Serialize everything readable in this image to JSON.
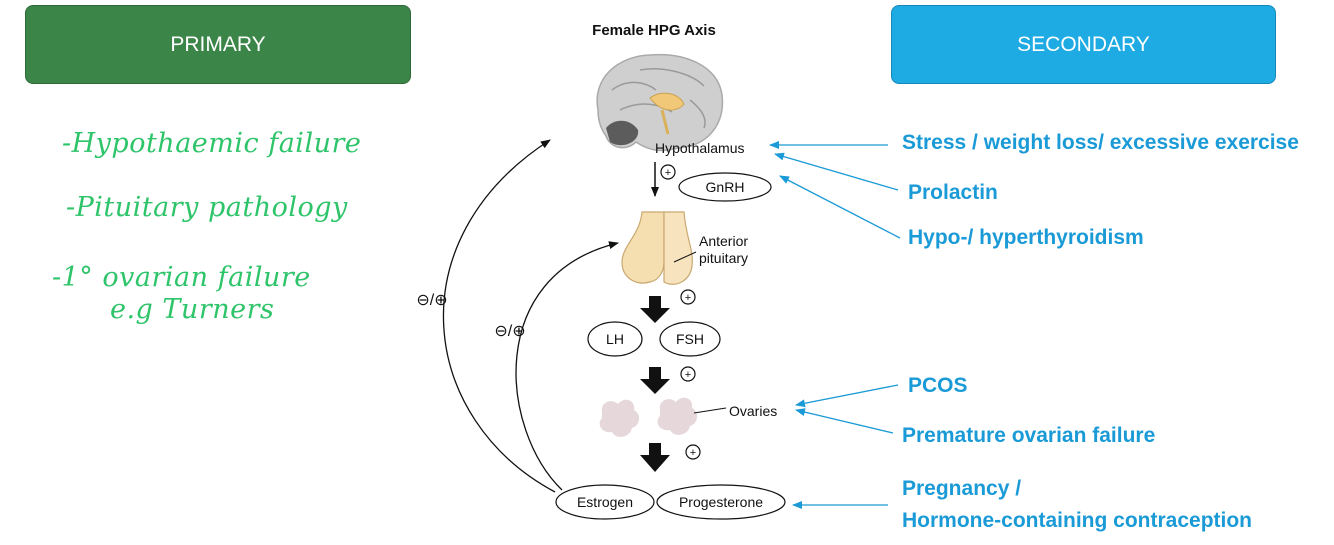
{
  "primary": {
    "title": "PRIMARY",
    "items": [
      "-Hypothaemic failure",
      "-Pituitary pathology",
      "-1° ovarian failure",
      "e.g Turners"
    ]
  },
  "secondary": {
    "title": "SECONDARY",
    "causes": {
      "stress": "Stress / weight loss/ excessive exercise",
      "prolactin": "Prolactin",
      "thyroid": "Hypo-/ hyperthyroidism",
      "pcos": "PCOS",
      "pof": "Premature ovarian failure",
      "pregnancy_1": "Pregnancy /",
      "pregnancy_2": "Hormone-containing contraception"
    }
  },
  "diagram": {
    "title": "Female HPG Axis",
    "hypothalamus": "Hypothalamus",
    "gnrh": "GnRH",
    "anterior_1": "Anterior",
    "anterior_2": "pituitary",
    "lh": "LH",
    "fsh": "FSH",
    "ovaries": "Ovaries",
    "estrogen": "Estrogen",
    "progesterone": "Progesterone",
    "feedback_outer": "⊖/⊕",
    "feedback_inner": "⊖/⊕",
    "plus": "⊕"
  },
  "colors": {
    "primary_box": "#3b8548",
    "secondary_box": "#1eaae3",
    "handwriting": "#2ec46a",
    "cause_text": "#1a9ad6"
  }
}
